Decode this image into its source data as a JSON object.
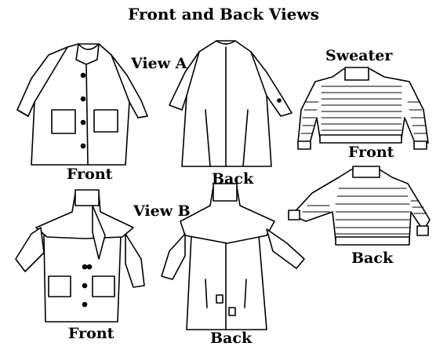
{
  "title": "Front and Back Views",
  "view_a": {
    "label": "View A",
    "front_label": "Front",
    "back_label": "Back"
  },
  "view_b": {
    "label": "View B",
    "front_label": "Front",
    "back_label": "Back"
  },
  "sweater": {
    "label": "Sweater",
    "front_label": "Front",
    "back_label": "Back"
  }
}
